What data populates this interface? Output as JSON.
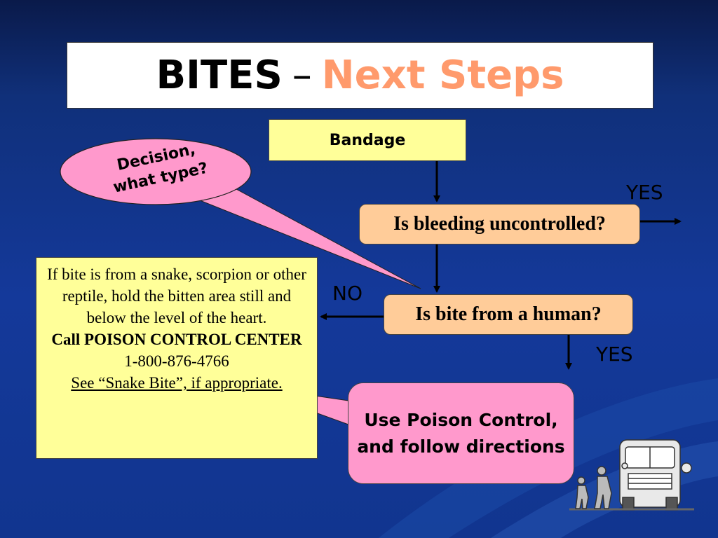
{
  "title": {
    "main": "BITES",
    "separator": "–",
    "accent": "Next Steps"
  },
  "flow": {
    "bandage": "Bandage",
    "bleeding_question": "Is bleeding uncontrolled?",
    "human_question": "Is bite from a human?",
    "yes_label_1": "YES",
    "no_label": "NO",
    "yes_label_2": "YES",
    "poison_action": "Use Poison Control, and follow directions"
  },
  "callout": {
    "text": "Decision, what type?"
  },
  "instructions": {
    "body": "If bite is from a snake, scorpion or other reptile, hold the bitten area still and below the level of the heart.",
    "call": "Call POISON CONTROL CENTER",
    "phone": "1-800-876-4766",
    "see_also": "See “Snake Bite”, if appropriate."
  },
  "icons": {
    "clipart": "school-bus-with-children-icon"
  },
  "colors": {
    "background": "#14399a",
    "title_accent": "#ff9a6c",
    "yellow_box": "#ffff99",
    "peach_box": "#ffcc99",
    "pink_box": "#ff99cc"
  }
}
